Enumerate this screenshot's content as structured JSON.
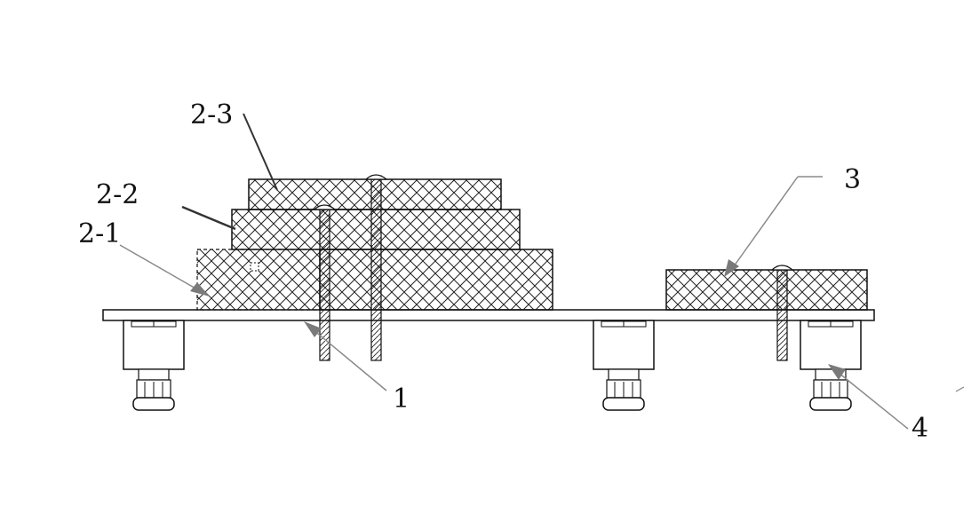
{
  "labels": {
    "label_1": "1",
    "label_2_1": "2-1",
    "label_2_2": "2-2",
    "label_2_3": "2-3",
    "label_3": "3",
    "label_4": "4"
  },
  "colors": {
    "line": "#111111",
    "hatch": "#222222",
    "leader": "#7a7a7a",
    "background": "#ffffff"
  }
}
